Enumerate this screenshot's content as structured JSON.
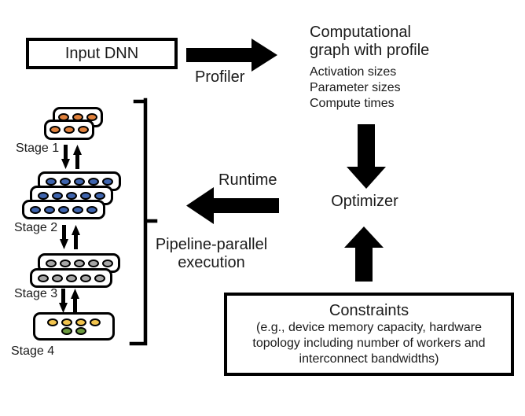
{
  "input_dnn": {
    "label": "Input DNN"
  },
  "profiler": {
    "label": "Profiler"
  },
  "graph_profile": {
    "title_lines": [
      "Computational",
      "graph with profile"
    ],
    "details": [
      "Activation sizes",
      "Parameter sizes",
      "Compute times"
    ]
  },
  "optimizer": {
    "label": "Optimizer"
  },
  "runtime": {
    "label": "Runtime"
  },
  "pipeline": {
    "label_lines": [
      "Pipeline-parallel",
      "execution"
    ]
  },
  "constraints": {
    "title": "Constraints",
    "body_lines": [
      "(e.g., device memory capacity, hardware",
      "topology including number of workers and",
      "interconnect bandwidths)"
    ]
  },
  "stages": [
    {
      "label": "Stage 1",
      "layer_count": 2,
      "dots_per_layer": 3,
      "dot_color": "#E0813C"
    },
    {
      "label": "Stage 2",
      "layer_count": 3,
      "dots_per_layer": 5,
      "dot_color": "#3E64AE"
    },
    {
      "label": "Stage 3",
      "layer_count": 2,
      "dots_per_layer": 5,
      "dot_color": "#A6A6A6"
    },
    {
      "label": "Stage 4",
      "layer_count": 1,
      "dots_per_layer": 4,
      "dot_color": "#F2C44D",
      "extra_row": {
        "dot_count": 2,
        "dot_color": "#6B9A3E"
      }
    }
  ],
  "icons": {
    "profiler_arrow": "right-block-arrow",
    "runtime_arrow": "left-block-arrow",
    "optimizer_input_arrow": "down-block-arrow",
    "constraints_arrow": "up-block-arrow",
    "stage_flow_arrows": "down-up-arrows",
    "stage_brace": "square-right-brace"
  },
  "colors": {
    "arrow": "#000000",
    "box_border": "#000000",
    "text": "#1B1B1B",
    "background": "#FFFFFF"
  }
}
